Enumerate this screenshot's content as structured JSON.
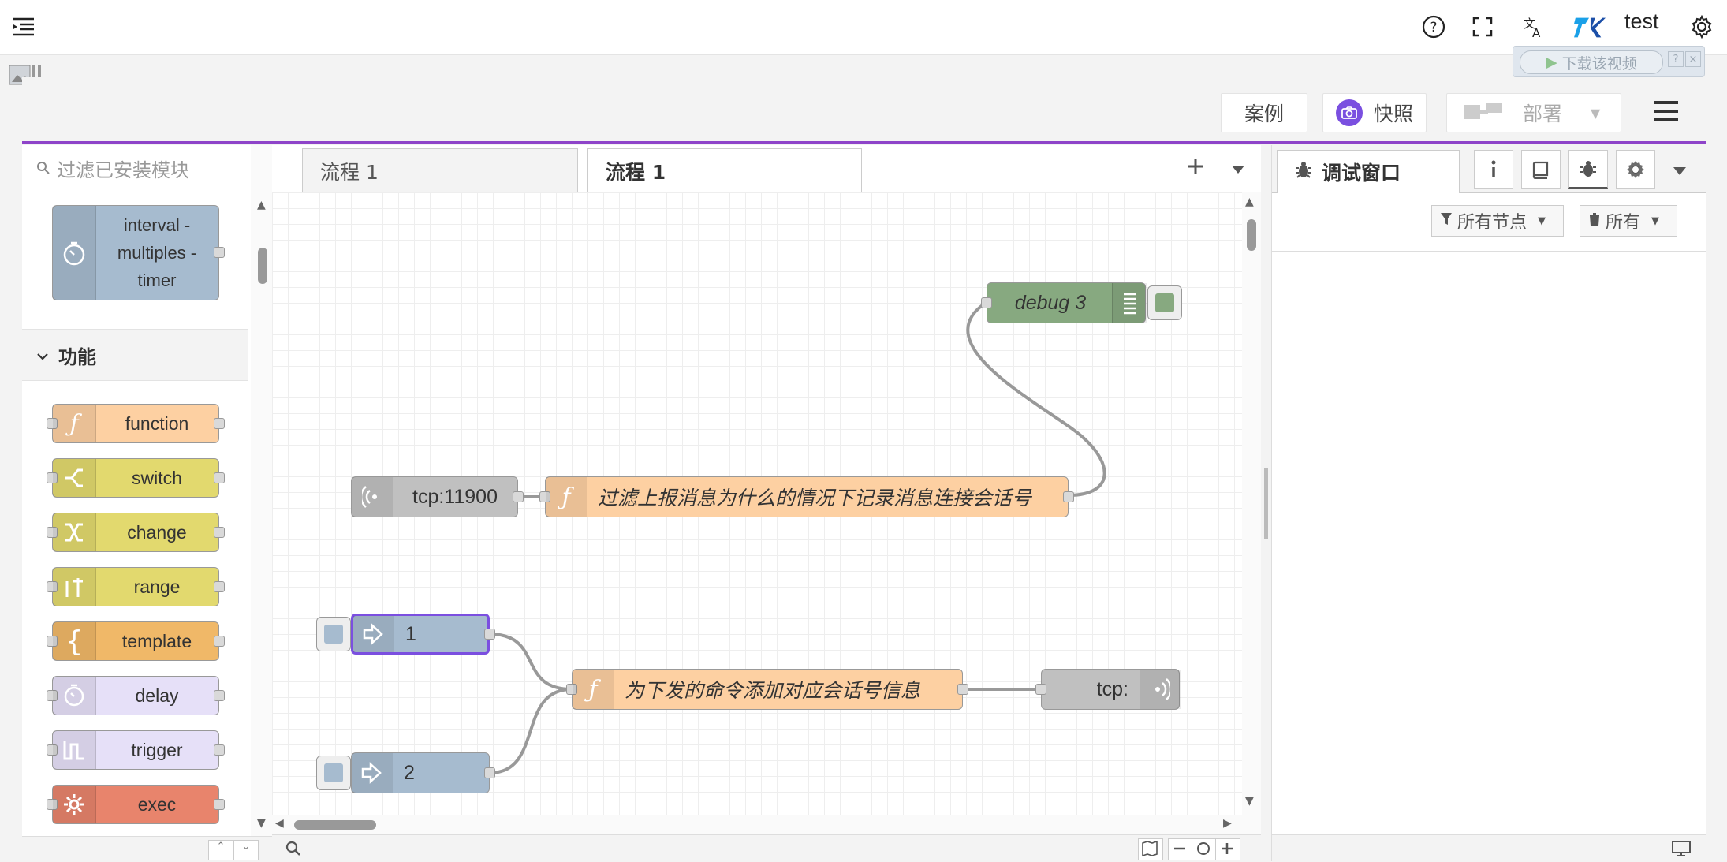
{
  "user": {
    "name": "test"
  },
  "download_bar": {
    "label": "下载该视频",
    "help": "?",
    "close": "×"
  },
  "header": {
    "examples_label": "案例",
    "snapshot_label": "快照",
    "deploy_label": "部署"
  },
  "palette": {
    "filter_placeholder": "过滤已安装模块",
    "top_node": {
      "label": "interval - multiples - timer",
      "color": "#a6bbcf"
    },
    "category": "功能",
    "nodes": [
      {
        "label": "function",
        "color": "#fdd0a2",
        "icon": "function-icon"
      },
      {
        "label": "switch",
        "color": "#e2d96e",
        "icon": "switch-icon"
      },
      {
        "label": "change",
        "color": "#e2d96e",
        "icon": "change-icon"
      },
      {
        "label": "range",
        "color": "#e2d96e",
        "icon": "range-icon"
      },
      {
        "label": "template",
        "color": "#f0b868",
        "icon": "template-icon"
      },
      {
        "label": "delay",
        "color": "#e6e0f8",
        "icon": "delay-icon"
      },
      {
        "label": "trigger",
        "color": "#e6e0f8",
        "icon": "trigger-icon"
      },
      {
        "label": "exec",
        "color": "#e8846c",
        "icon": "exec-icon"
      }
    ]
  },
  "workspace": {
    "tabs": [
      {
        "label": "流程 1"
      },
      {
        "label": "流程 1"
      }
    ],
    "nodes": {
      "debug": "debug 3",
      "tcp_in": "tcp:11900",
      "func1": "过滤上报消息为什么的情况下记录消息连接会话号",
      "inject1": "1",
      "inject2": "2",
      "func2": "为下发的命令添加对应会话号信息",
      "tcp_out": "tcp:"
    }
  },
  "sidebar": {
    "tab_label": "调试窗口",
    "filter_nodes": "所有节点",
    "clear_label": "所有"
  },
  "colors": {
    "accent": "#8e44c9",
    "debug": "#87a980",
    "tcp": "#c0c0c0",
    "inject": "#a6bbcf",
    "function": "#fdd0a2"
  }
}
